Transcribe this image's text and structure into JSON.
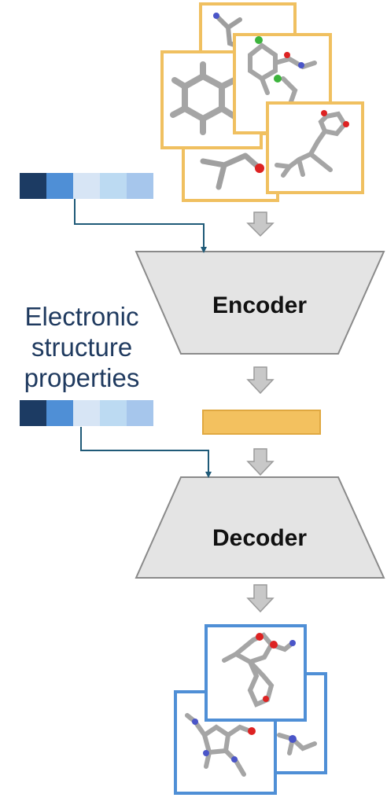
{
  "encoder": {
    "label": "Encoder"
  },
  "decoder": {
    "label": "Decoder"
  },
  "properties_label": [
    "Electronic",
    "structure",
    "properties"
  ],
  "property_vector_colors": [
    "#1c3b63",
    "#4f8fd6",
    "#d7e5f5",
    "#bcdaf2",
    "#a6c6ec"
  ],
  "colors": {
    "input_frame": "#f0c060",
    "output_frame": "#4f8fd6",
    "latent": "#f3c15f",
    "network_fill": "#e4e4e4",
    "network_stroke": "#8a8a8a",
    "arrow_fill": "#c8c8c8",
    "connector": "#1f5a78"
  }
}
